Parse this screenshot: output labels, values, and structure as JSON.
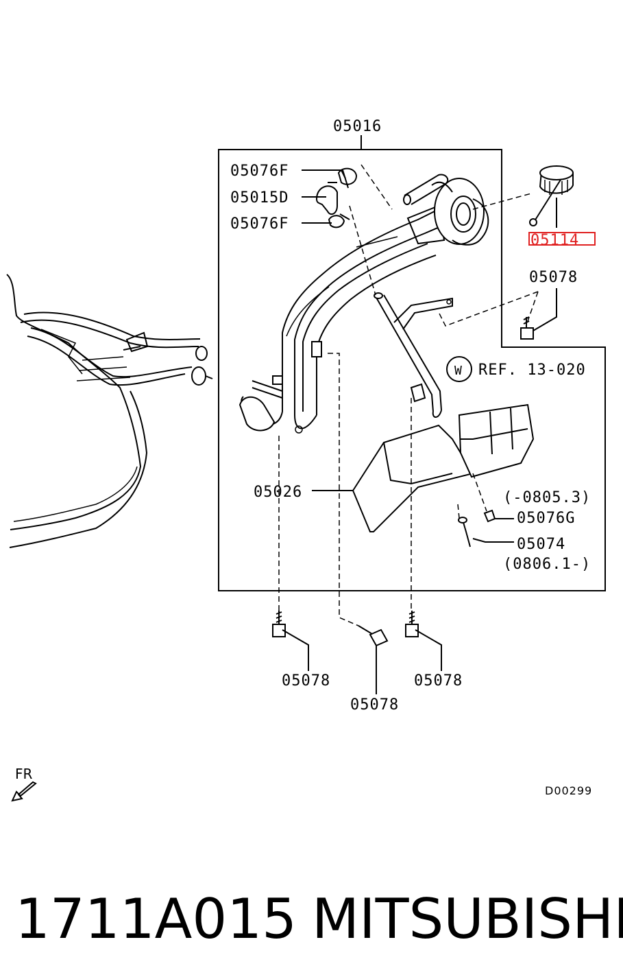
{
  "labels": {
    "assembly": "05016",
    "clamp_upper": "05076F",
    "hose": "05015D",
    "clamp_lower": "05076F",
    "cap": "05114",
    "bolt_right": "05078",
    "ref_circle": "W",
    "ref_text": "REF. 13-020",
    "protector": "05026",
    "clip_note": "(-0805.3)",
    "clip": "05076G",
    "rivet": "05074",
    "rivet_note": "(0806.1-)",
    "bolt_bottom_left": "05078",
    "bolt_bottom_center": "05078",
    "bolt_bottom_right": "05078",
    "front_marker": "FR",
    "diagram_code": "D00299"
  },
  "caption": {
    "part_number": "1711A015",
    "brand": "MITSUBISHI"
  },
  "colors": {
    "highlight": "#e02020",
    "ink": "#000000"
  }
}
